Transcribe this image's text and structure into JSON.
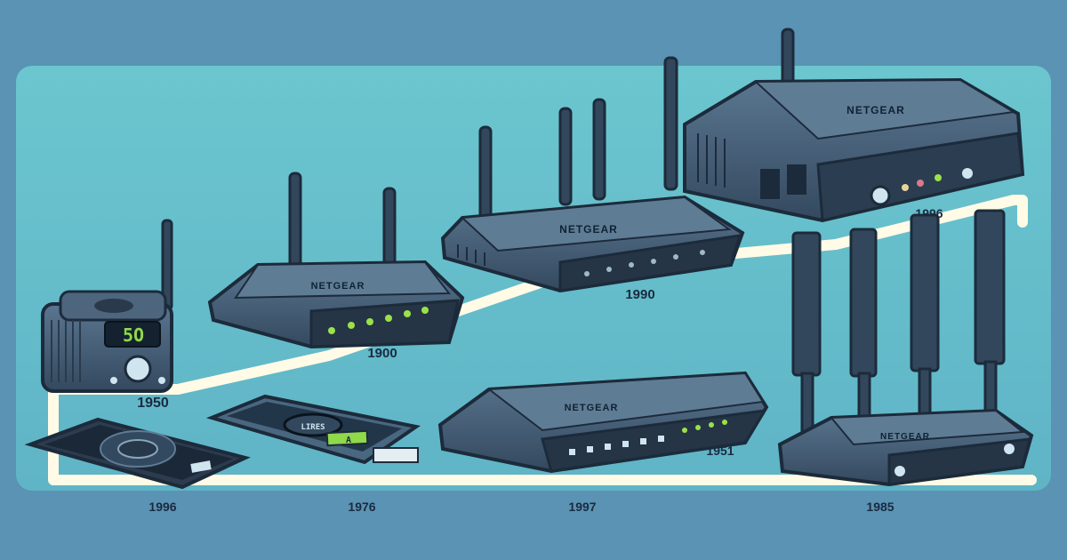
{
  "devices": {
    "modem": {
      "display": "5O",
      "year": "1950"
    },
    "router_two_antenna": {
      "brand": "NETGEAR",
      "year": "1900"
    },
    "router_three_antenna": {
      "brand": "NETGEAR",
      "year": "1990"
    },
    "router_top": {
      "brand": "NETGEAR",
      "year": "1996"
    },
    "router_long": {
      "brand": "NETGEAR",
      "year": "1951"
    },
    "router_four_antenna": {
      "brand": "NETGEAR"
    },
    "phone_left": {},
    "phone_center": {
      "display": "LIRES",
      "battery": "A"
    }
  },
  "timeline_labels": [
    "1996",
    "1976",
    "1997",
    "1985"
  ],
  "colors": {
    "background": "#5a93b3",
    "panel": "#6fc7cd",
    "device_body": "#3e566d",
    "device_dark": "#1c2b3b",
    "led_green": "#9be24a",
    "path": "#fffbe6"
  }
}
